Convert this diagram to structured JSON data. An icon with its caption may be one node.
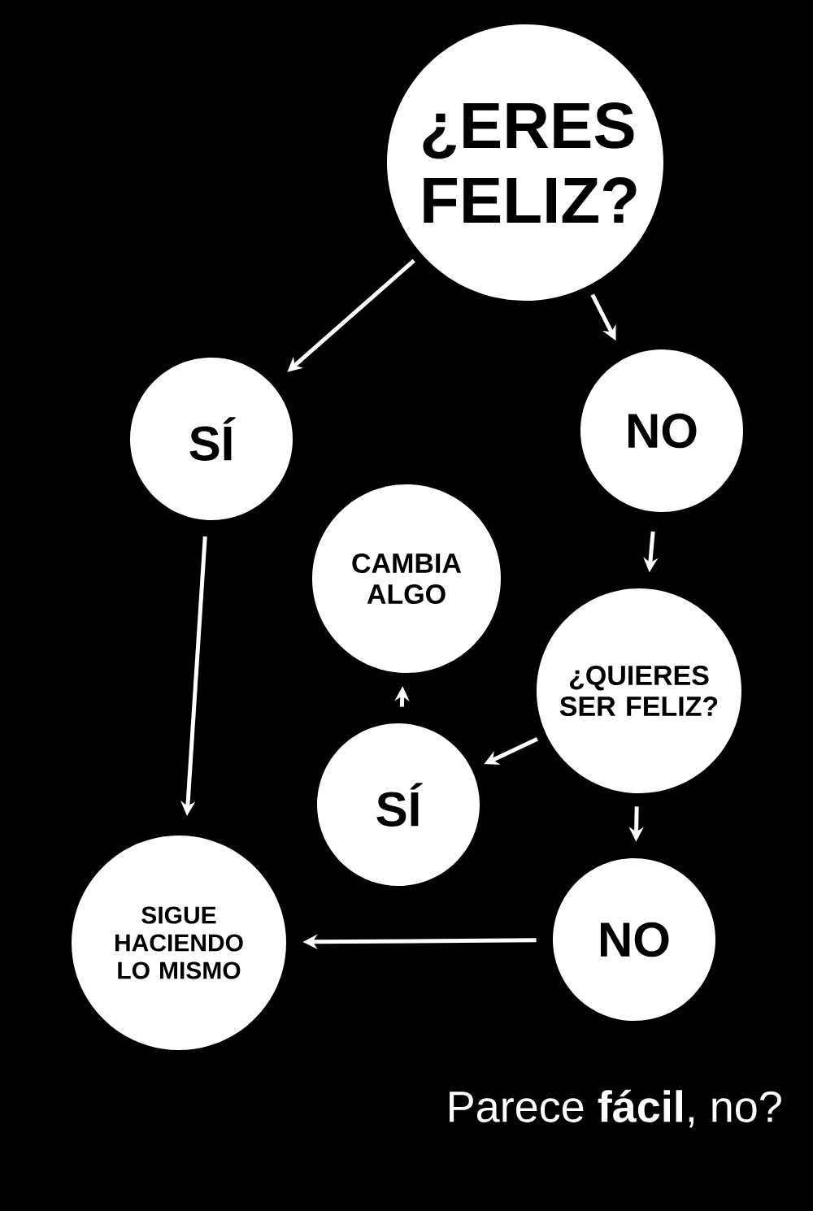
{
  "diagram": {
    "nodes": [
      {
        "text": [
          "¿ERES FELIZ?"
        ]
      },
      {
        "text": [
          "SÍ"
        ]
      },
      {
        "text": [
          "NO"
        ]
      },
      {
        "text": [
          "CAMBIA ALGO"
        ]
      },
      {
        "text": [
          "¿QUIERES SER FELIZ?"
        ]
      },
      {
        "text": [
          "SÍ"
        ]
      },
      {
        "text": [
          "SIGUE HACIENDO LO MISMO"
        ]
      },
      {
        "text": [
          "NO"
        ]
      }
    ],
    "edges": [
      {
        "from": 0,
        "to": 1,
        "arrow": "to"
      },
      {
        "from": 0,
        "to": 2,
        "arrow": "to"
      },
      {
        "from": 1,
        "to": 6,
        "arrow": "to"
      },
      {
        "from": 2,
        "to": 4,
        "arrow": "to"
      },
      {
        "from": 4,
        "to": 5,
        "arrow": "to"
      },
      {
        "from": 5,
        "to": 3,
        "arrow": "to"
      },
      {
        "from": 4,
        "to": 7,
        "arrow": "to"
      },
      {
        "from": 7,
        "to": 6,
        "arrow": "to"
      }
    ],
    "labels": [
      "Parece **fácil**, no?"
    ]
  }
}
